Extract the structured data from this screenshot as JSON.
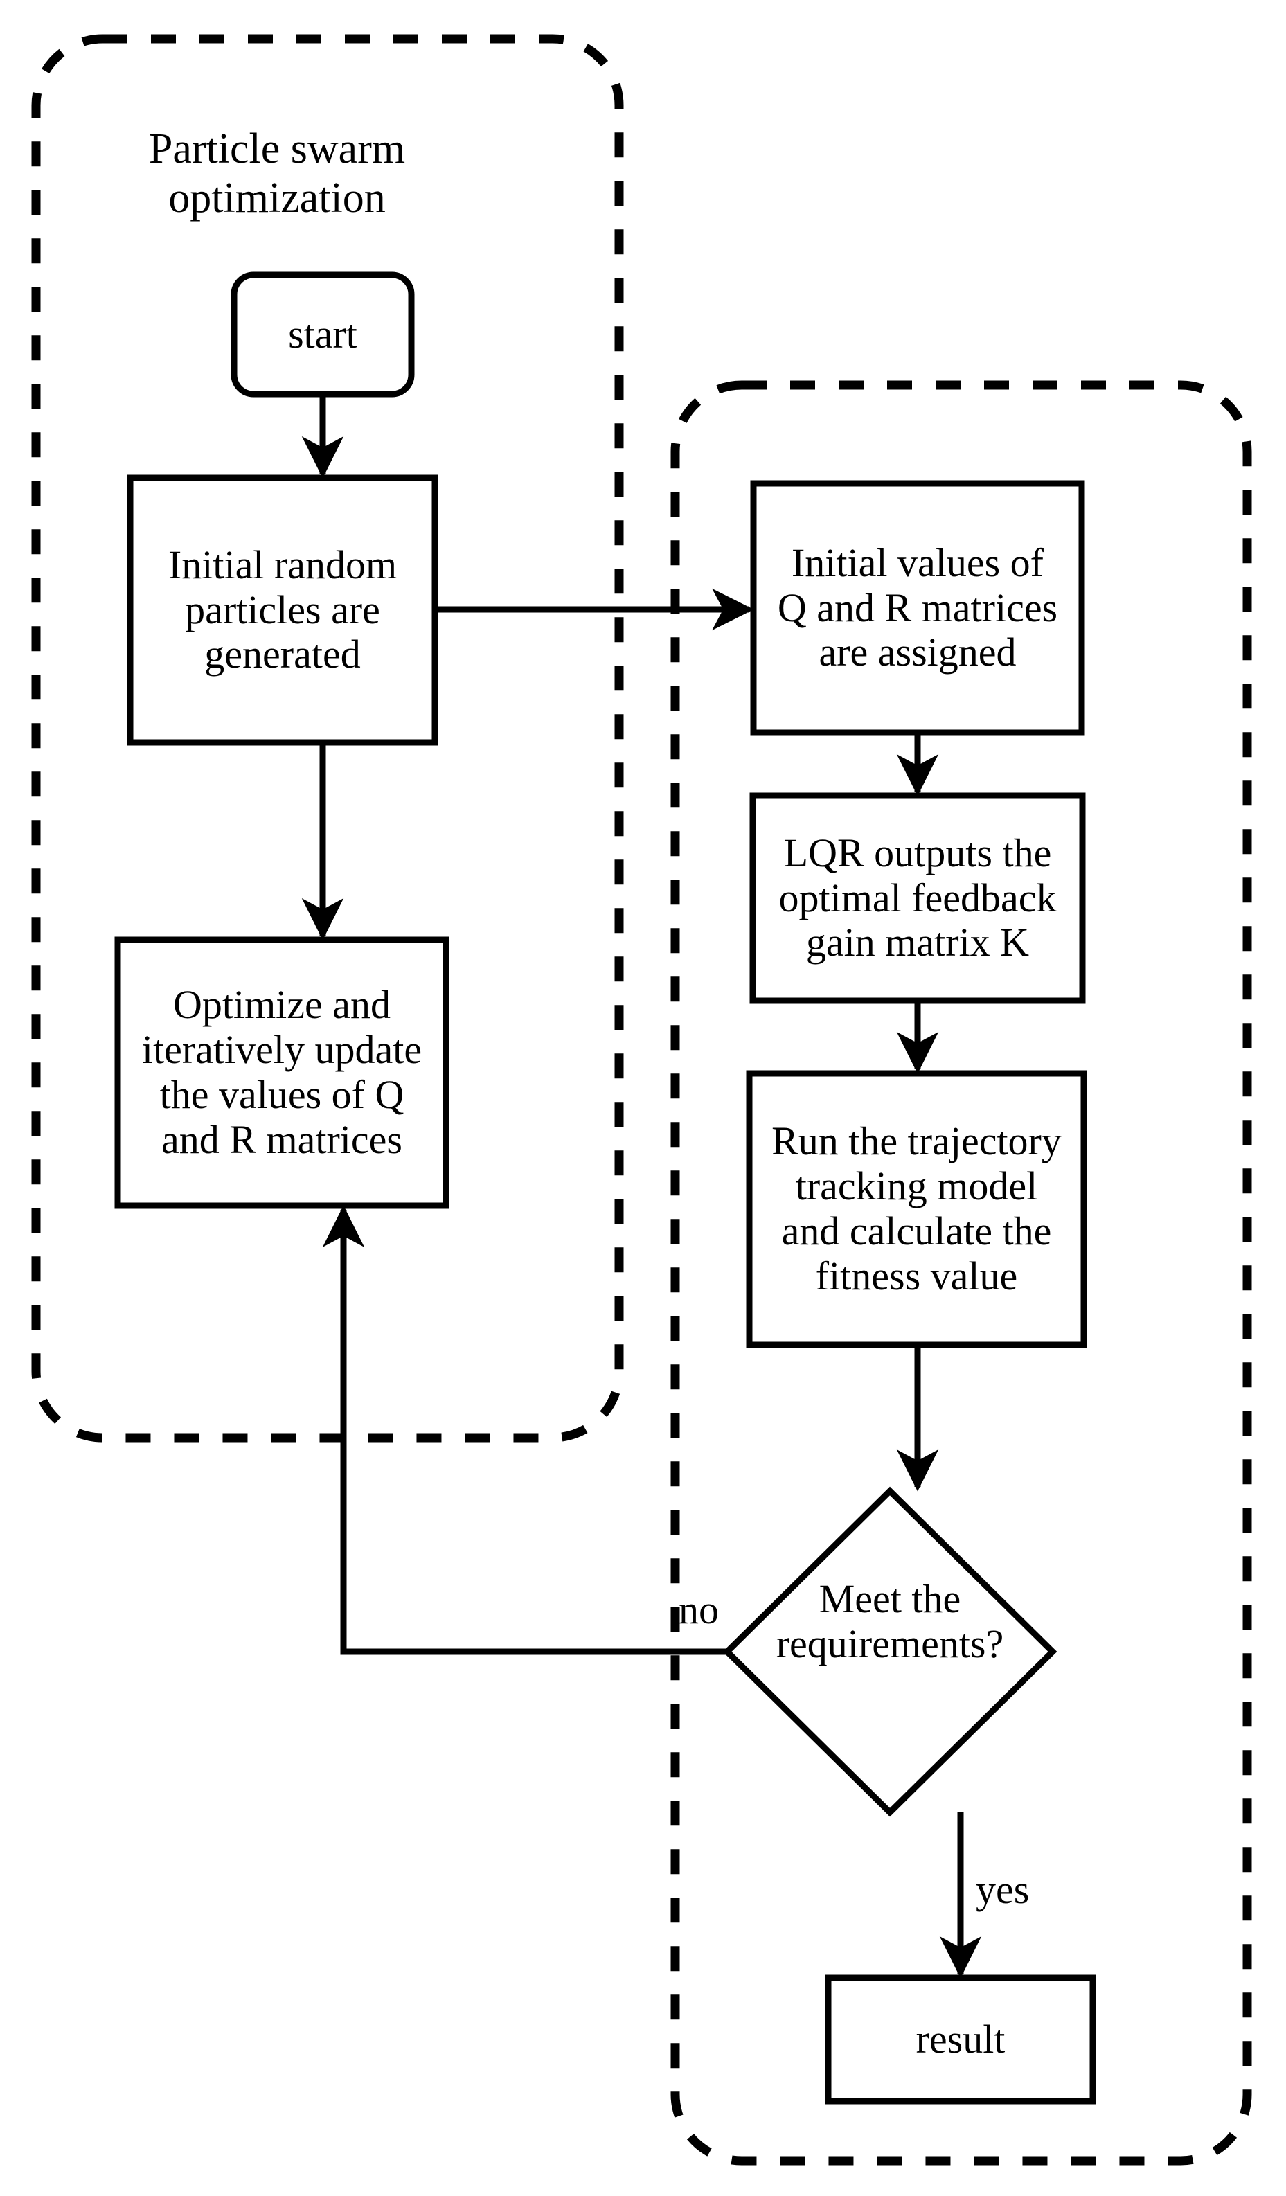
{
  "diagram": {
    "type": "flowchart",
    "title_groups": [
      {
        "id": "pso-group",
        "label": "Particle swarm\noptimization",
        "border_style": "dashed",
        "color": "#000000"
      },
      {
        "id": "lqr-group",
        "label": "",
        "border_style": "dashed",
        "color": "#000000"
      }
    ],
    "nodes": [
      {
        "id": "start",
        "shape": "rounded-rect",
        "label": "start"
      },
      {
        "id": "init-particles",
        "shape": "rect",
        "label": "Initial random\nparticles are\ngenerated"
      },
      {
        "id": "optimize",
        "shape": "rect",
        "label": "Optimize and\niteratively update\nthe values of Q\nand R matrices"
      },
      {
        "id": "init-qr",
        "shape": "rect",
        "label": "Initial values of\nQ and R matrices\nare assigned"
      },
      {
        "id": "lqr-output",
        "shape": "rect",
        "label": "LQR outputs the\noptimal feedback\ngain matrix K"
      },
      {
        "id": "run-model",
        "shape": "rect",
        "label": "Run the trajectory\ntracking model\nand calculate the\nfitness value"
      },
      {
        "id": "decision",
        "shape": "diamond",
        "label": "Meet the\nrequirements?"
      },
      {
        "id": "result",
        "shape": "rect",
        "label": "result"
      }
    ],
    "edge_labels": [
      {
        "id": "no-label",
        "label": "no"
      },
      {
        "id": "yes-label",
        "label": "yes"
      }
    ],
    "colors": {
      "stroke": "#000000",
      "fill": "#ffffff",
      "text": "#000000"
    }
  }
}
